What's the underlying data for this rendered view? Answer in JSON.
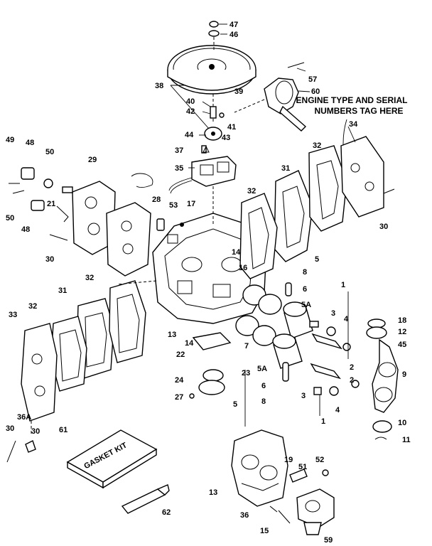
{
  "note": {
    "line1": "ENGINE TYPE AND SERIAL",
    "line2": "NUMBERS TAG HERE"
  },
  "gasket_kit": {
    "label": "GASKET KIT"
  },
  "callouts": [
    "47",
    "46",
    "57",
    "60",
    "38",
    "39",
    "40",
    "42",
    "41",
    "43",
    "44",
    "37",
    "35",
    "34",
    "49",
    "48",
    "50",
    "29",
    "32",
    "31",
    "32",
    "21",
    "28",
    "53",
    "17",
    "50",
    "48",
    "30",
    "30",
    "14",
    "16",
    "5",
    "8",
    "6",
    "1",
    "31",
    "32",
    "33",
    "32",
    "13",
    "14",
    "22",
    "5A",
    "3",
    "4",
    "18",
    "12",
    "45",
    "24",
    "23",
    "27",
    "5",
    "5A",
    "6",
    "2",
    "3",
    "8",
    "4",
    "9",
    "10",
    "1",
    "11",
    "36A",
    "30",
    "30",
    "61",
    "62",
    "13",
    "19",
    "51",
    "52",
    "36",
    "15",
    "59",
    "7",
    "2"
  ]
}
